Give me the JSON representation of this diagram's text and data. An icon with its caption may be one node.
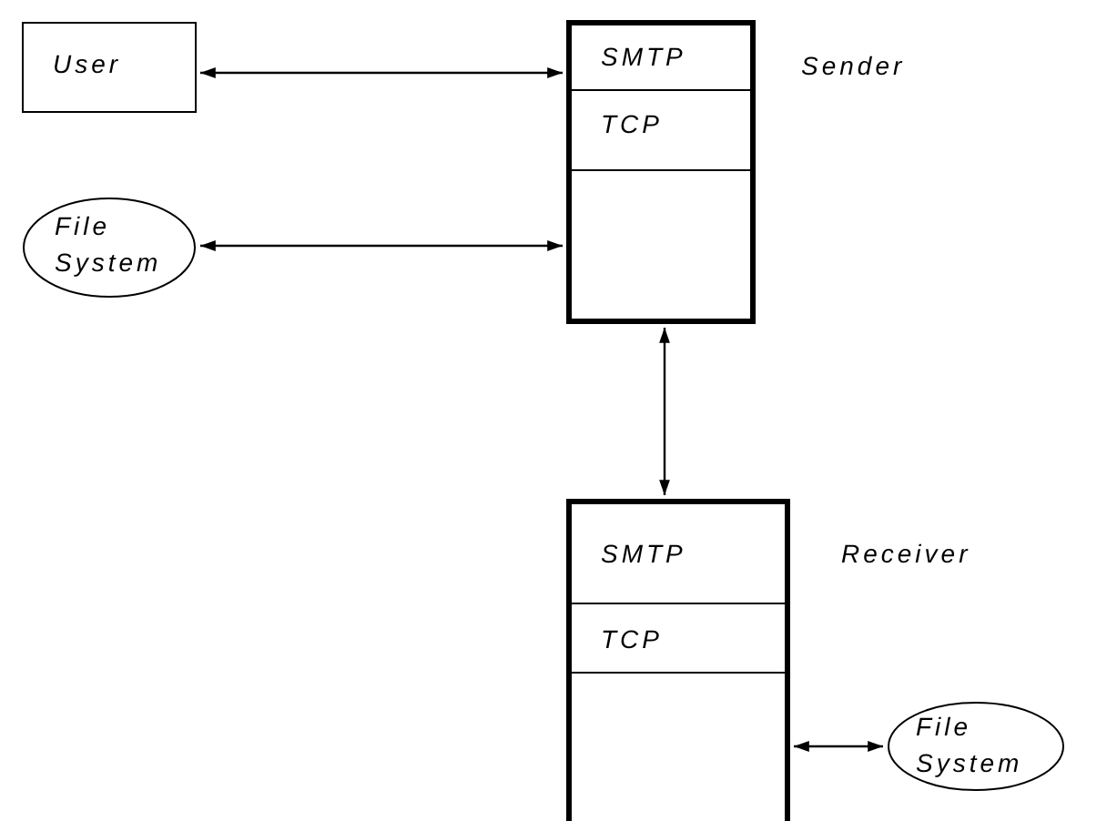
{
  "diagram": {
    "nodes": [
      {
        "text": [
          "User"
        ]
      },
      {
        "text": [
          "Sender"
        ]
      },
      {
        "text": [
          "SMTP"
        ],
        "in": 1
      },
      {
        "text": [
          "TCP"
        ],
        "in": 1
      },
      {
        "text": [
          "File System"
        ]
      },
      {
        "text": [
          "Receiver"
        ]
      },
      {
        "text": [
          "SMTP"
        ],
        "in": 5
      },
      {
        "text": [
          "TCP"
        ],
        "in": 5
      },
      {
        "text": [
          "File System"
        ]
      }
    ],
    "edges": [
      {
        "from": 0,
        "to": 1,
        "arrow": "both"
      },
      {
        "from": 4,
        "to": 1,
        "arrow": "both"
      },
      {
        "from": 1,
        "to": 5,
        "arrow": "both"
      },
      {
        "from": 5,
        "to": 8,
        "arrow": "both"
      }
    ]
  }
}
